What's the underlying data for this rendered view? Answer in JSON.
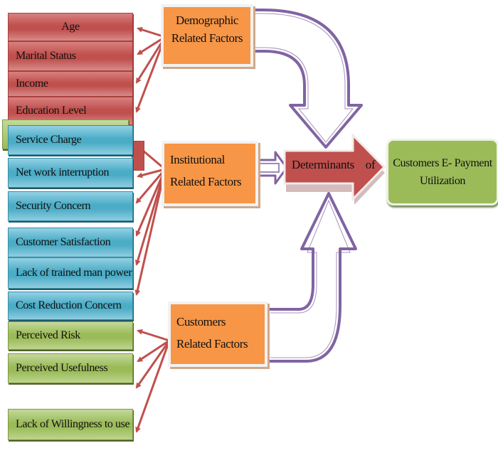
{
  "title": "Determinants of Customers E-Payment Utilization",
  "colors": {
    "demographic": "#c0504d",
    "institutional": "#4bacc6",
    "customer": "#9bbb59",
    "factor_box": "#f79646",
    "flow_arrow": "#8064a2",
    "connector": "#c0504d",
    "outcome": "#9bbb59"
  },
  "factor_groups": [
    {
      "label_line1": "Demographic",
      "label_line2": "Related Factors",
      "items": [
        "Age",
        "Marital Status",
        "Income",
        "Education Level"
      ]
    },
    {
      "label_line1": "Institutional",
      "label_line2": "Related Factors",
      "items": [
        "Service Charge",
        "Net work interruption",
        "Security Concern",
        "Customer Satisfaction",
        "Lack of trained man power",
        "Cost Reduction Concern"
      ]
    },
    {
      "label_line1": "Customers",
      "label_line2": "Related Factors",
      "items": [
        "Perceived Risk",
        "Perceived Usefulness",
        "Lack of Willingness to use"
      ]
    }
  ],
  "central_arrow": {
    "label": "Determinants    of"
  },
  "outcome": {
    "line1": "Customers E- Payment",
    "line2": "Utilization"
  }
}
